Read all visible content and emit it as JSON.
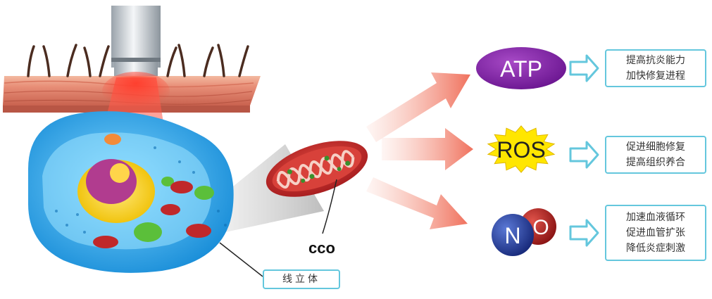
{
  "molecules": {
    "atp": {
      "label": "ATP",
      "color": "#7b1fa2",
      "effects": [
        "提高抗炎能力",
        "加快修复进程"
      ]
    },
    "ros": {
      "label": "ROS",
      "color": "#ffe600",
      "effects": [
        "促进细胞修复",
        "提高组织养合"
      ]
    },
    "no": {
      "label_n": "N",
      "label_o": "O",
      "color_n": "#1f3a8a",
      "color_o": "#a81c1c",
      "effects": [
        "加速血液循环",
        "促进血管扩张",
        "降低炎症刺激"
      ]
    }
  },
  "cco_label": "cco",
  "mitochondria_label": "线立体",
  "colors": {
    "box_border": "#64c7dd",
    "arrow": "#f08070",
    "cell": "#2aa7e8",
    "mitochondria": "#c0282a"
  }
}
